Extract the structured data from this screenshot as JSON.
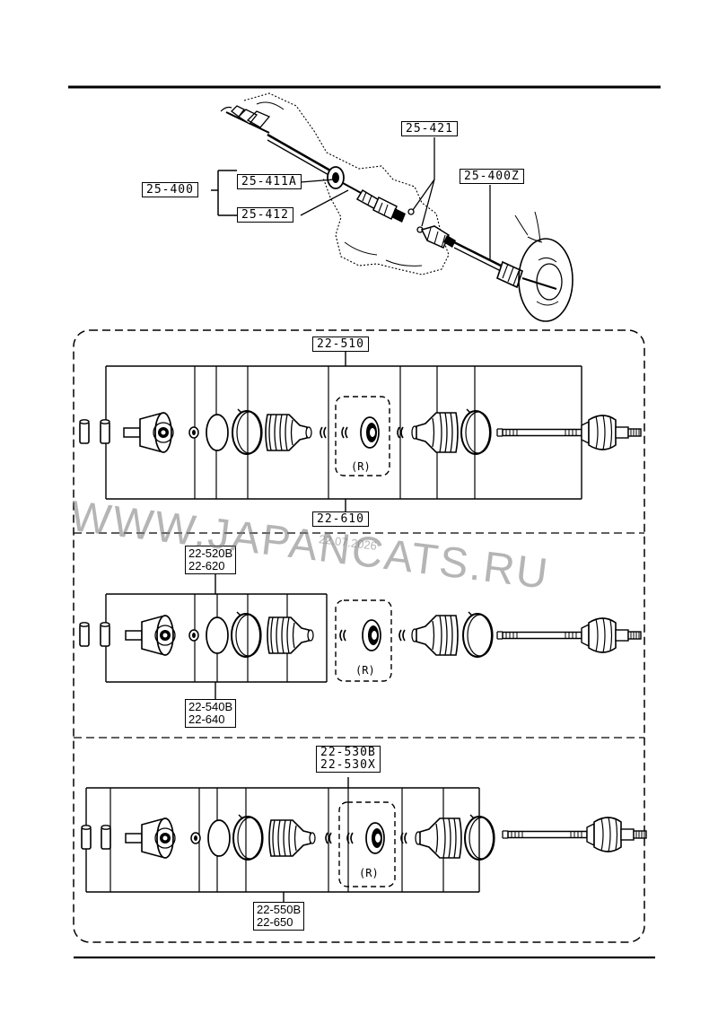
{
  "top_labels": {
    "assembly": "25-400",
    "joint_set_a": "25-411A",
    "joint_set_b": "25-412",
    "clip": "25-421",
    "shaft_z": "25-400Z"
  },
  "panel1": {
    "top_label": "22-510",
    "bottom_label": "22-610",
    "r_tag": "(R)"
  },
  "panel2": {
    "top_label": [
      "22-520B",
      "22-620"
    ],
    "bottom_label": [
      "22-540B",
      "22-640"
    ],
    "r_tag": "(R)"
  },
  "panel3": {
    "top_label": [
      "22-530B",
      "22-530X"
    ],
    "bottom_label": [
      "22-550B",
      "22-650"
    ],
    "r_tag": "(R)"
  },
  "watermark": {
    "text": "WWW.JAPANCATS.RU",
    "date": "22.07.2026"
  },
  "colors": {
    "ink": "#000000",
    "paper": "#ffffff",
    "watermark": "#888888"
  }
}
